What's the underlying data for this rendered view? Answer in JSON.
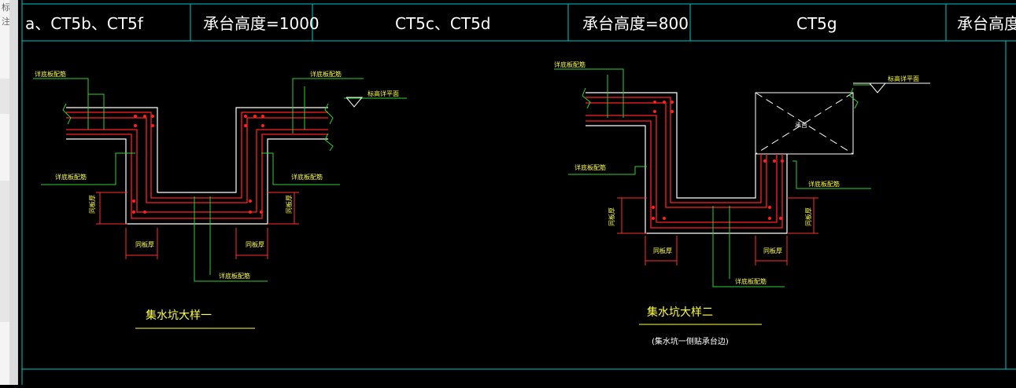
{
  "side_strip": {
    "chars": [
      "标",
      "注"
    ]
  },
  "header": {
    "cells": [
      "a、CT5b、CT5f",
      "承台高度=1000",
      "CT5c、CT5d",
      "承台高度=800",
      "CT5g",
      "承台高度="
    ]
  },
  "detail1": {
    "labels": {
      "top_left": "详底板配筋",
      "top_right": "详底板配筋",
      "elevation": "标高详平面",
      "mid_left": "详底板配筋",
      "mid_right": "详底板配筋",
      "dim_left": "同板厚",
      "dim_right": "同板厚",
      "bottom_left": "同板厚",
      "bottom_right": "同板厚",
      "bottom_center": "详底板配筋"
    },
    "title": "集水坑大样一"
  },
  "detail2": {
    "labels": {
      "top_left": "详底板配筋",
      "elevation": "标高详平面",
      "pile_cap": "承台",
      "mid_left": "详底板配筋",
      "mid_right": "详底板配筋",
      "dim_left": "同板厚",
      "dim_right": "同板厚",
      "bottom_left": "同板厚",
      "bottom_right": "同板厚",
      "bottom_center": "详底板配筋"
    },
    "title": "集水坑大样二",
    "subtitle": "(集水坑一侧贴承台边)"
  },
  "colors": {
    "background": "#000000",
    "grid_line": "#00c8c8",
    "header_text": "#ffffff",
    "concrete": "#ffffff",
    "rebar": "#ff2020",
    "leader": "#30d030",
    "label": "#ffff40",
    "dimension": "#ff3030"
  }
}
